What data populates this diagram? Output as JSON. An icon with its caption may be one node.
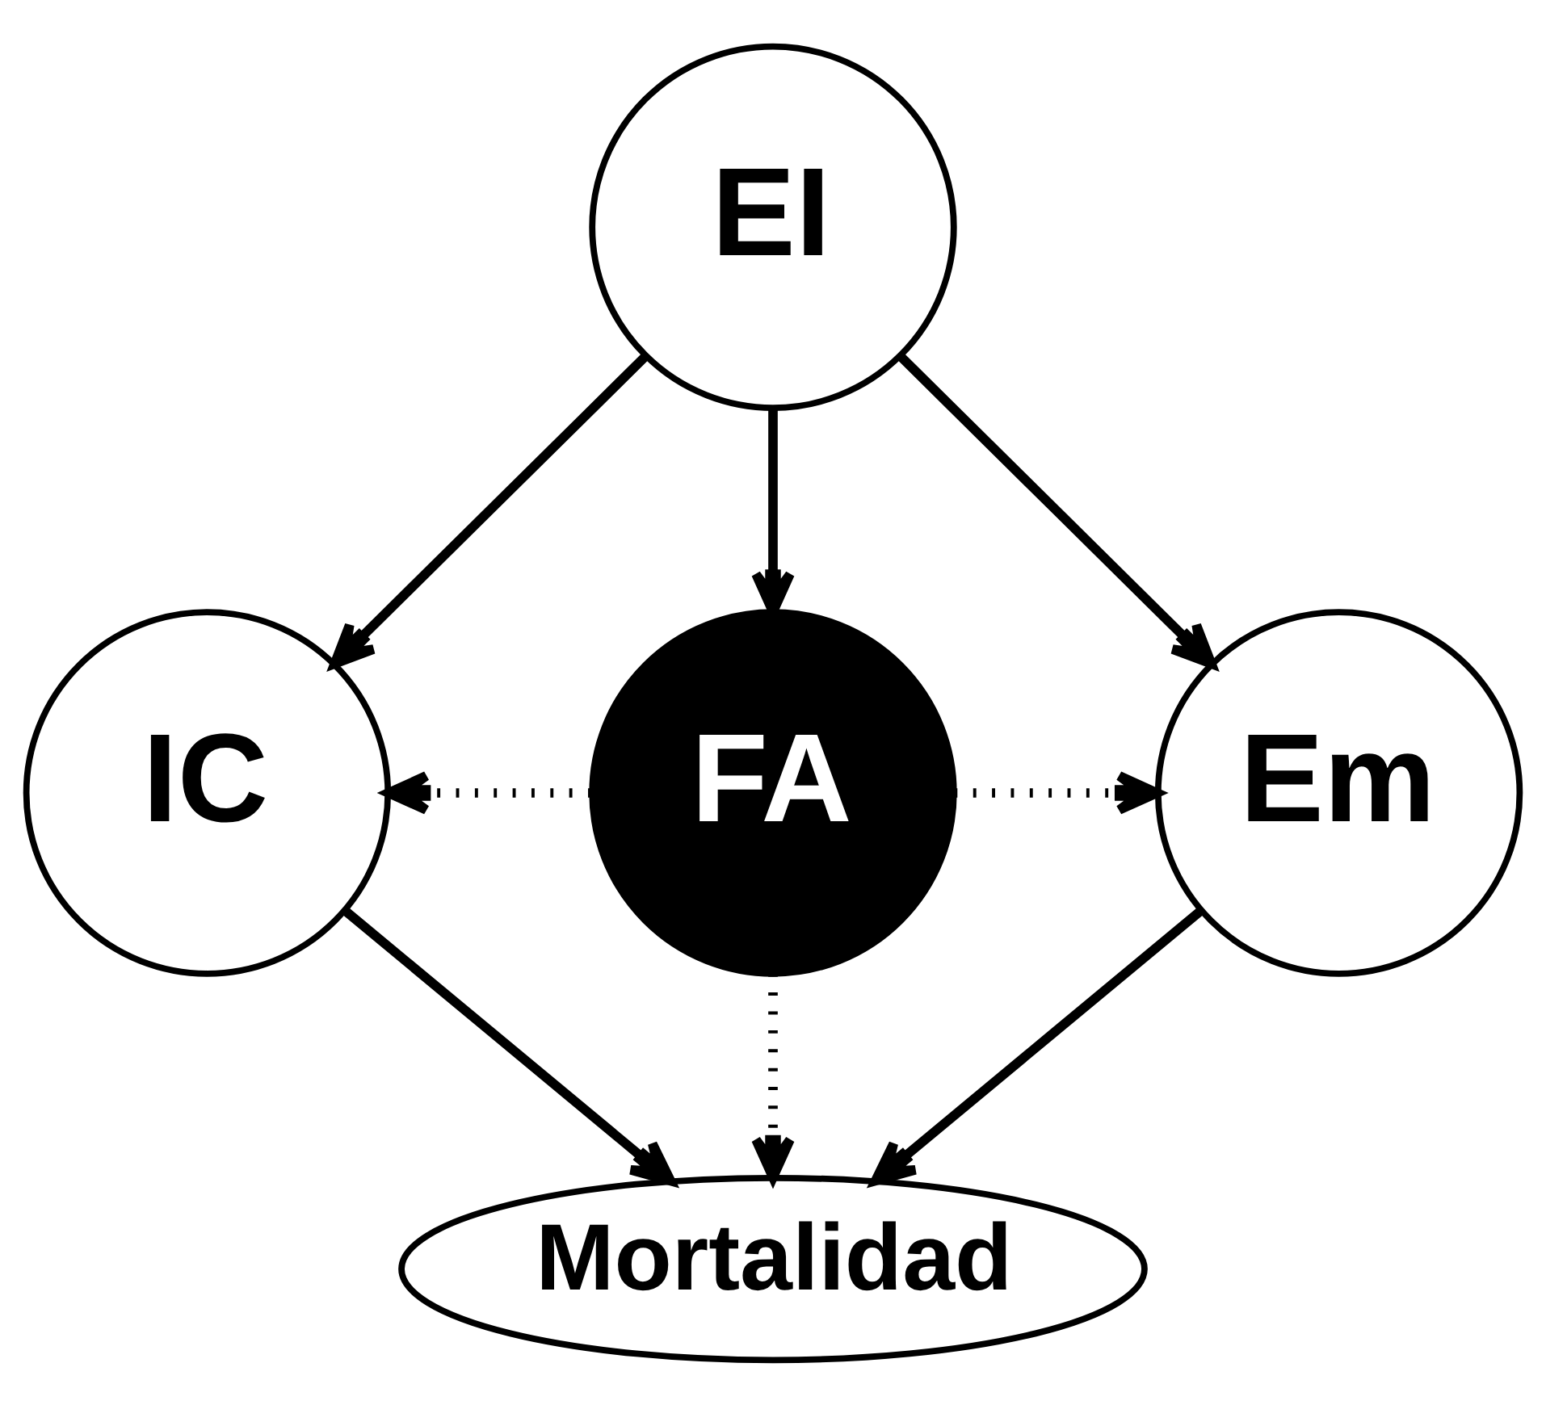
{
  "diagram": {
    "nodes": [
      {
        "text": [
          "EI"
        ]
      },
      {
        "text": [
          "IC"
        ]
      },
      {
        "text": [
          "FA"
        ]
      },
      {
        "text": [
          "Em"
        ]
      },
      {
        "text": [
          "Mortalidad"
        ]
      }
    ],
    "edges": [
      {
        "from": 0,
        "to": 1,
        "arrow": "to"
      },
      {
        "from": 0,
        "to": 2,
        "arrow": "to"
      },
      {
        "from": 0,
        "to": 3,
        "arrow": "to"
      },
      {
        "from": 2,
        "to": 1,
        "arrow": "to",
        "style": "dashed"
      },
      {
        "from": 2,
        "to": 3,
        "arrow": "to",
        "style": "dashed"
      },
      {
        "from": 2,
        "to": 4,
        "arrow": "to",
        "style": "dashed"
      },
      {
        "from": 1,
        "to": 4,
        "arrow": "to"
      },
      {
        "from": 3,
        "to": 4,
        "arrow": "to"
      }
    ]
  }
}
